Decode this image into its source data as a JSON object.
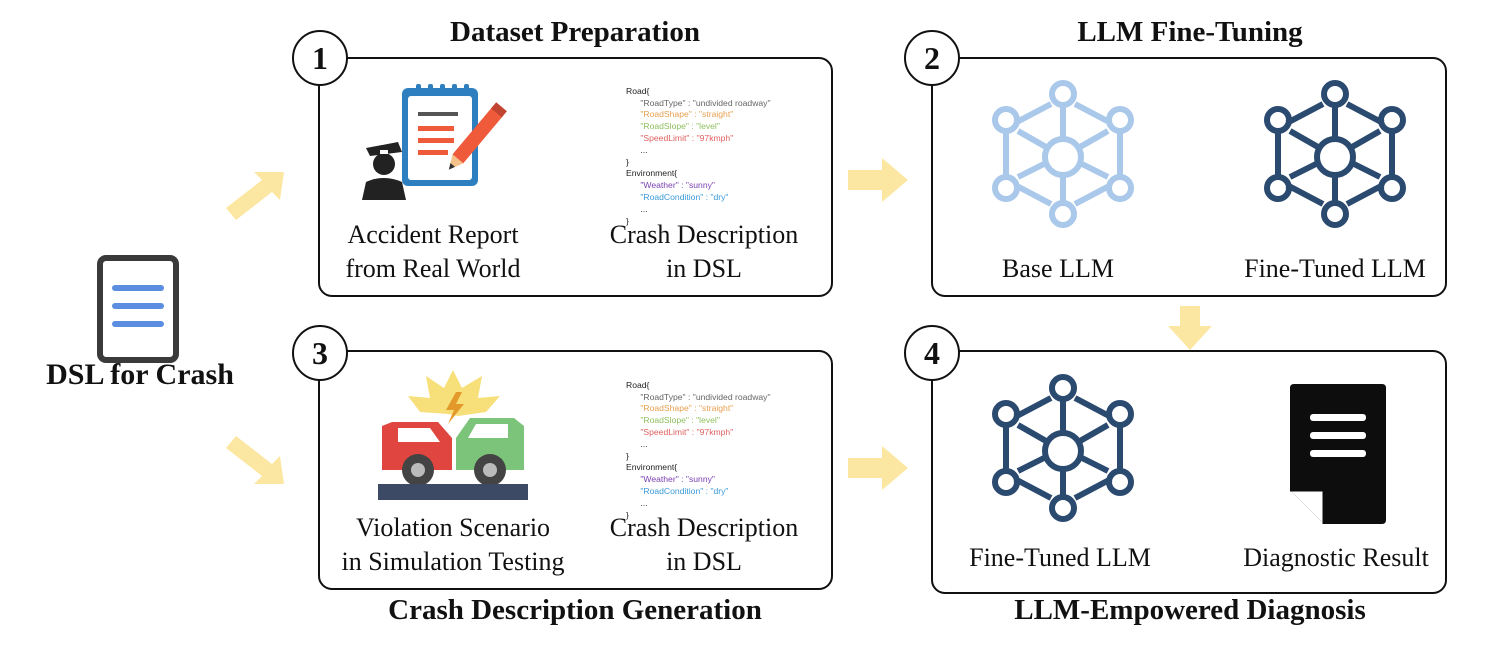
{
  "left": {
    "title": "DSL for Crash",
    "icon": "document-lines-icon"
  },
  "panels": {
    "p1": {
      "number": "1",
      "title": "Dataset Preparation",
      "left_label_1": "Accident Report",
      "left_label_2": "from Real World",
      "right_label_1": "Crash Description",
      "right_label_2": "in DSL"
    },
    "p2": {
      "number": "2",
      "title": "LLM Fine-Tuning",
      "left_label": "Base LLM",
      "right_label": "Fine-Tuned LLM"
    },
    "p3": {
      "number": "3",
      "title": "Crash Description Generation",
      "left_label_1": "Violation Scenario",
      "left_label_2": "in Simulation Testing",
      "right_label_1": "Crash Description",
      "right_label_2": "in DSL"
    },
    "p4": {
      "number": "4",
      "title": "LLM-Empowered Diagnosis",
      "left_label": "Fine-Tuned LLM",
      "right_label": "Diagnostic Result"
    }
  },
  "dsl": {
    "road_open": "Road{",
    "road_type": "\"RoadType\" : \"undivided roadway\"",
    "road_shape": "\"RoadShape\" : \"straight\"",
    "road_slope": "\"RoadSlope\" : \"level\"",
    "speed_limit": "\"SpeedLimit\" : \"97kmph\"",
    "ellipsis": "...",
    "close": "}",
    "env_open": "Environment{",
    "weather": "\"Weather\" : \"sunny\"",
    "road_condition": "\"RoadCondition\" : \"dry\""
  },
  "colors": {
    "arrow": "#FBE7A1",
    "llm_light": "#A9C8EA",
    "llm_dark": "#2B4A6F",
    "doc_blue": "#5B8DE0",
    "road_shape": "#E8A050",
    "road_slope": "#8FC060",
    "speed_limit": "#E06060",
    "weather": "#7A3FB0",
    "road_condition": "#3A9AD9"
  }
}
